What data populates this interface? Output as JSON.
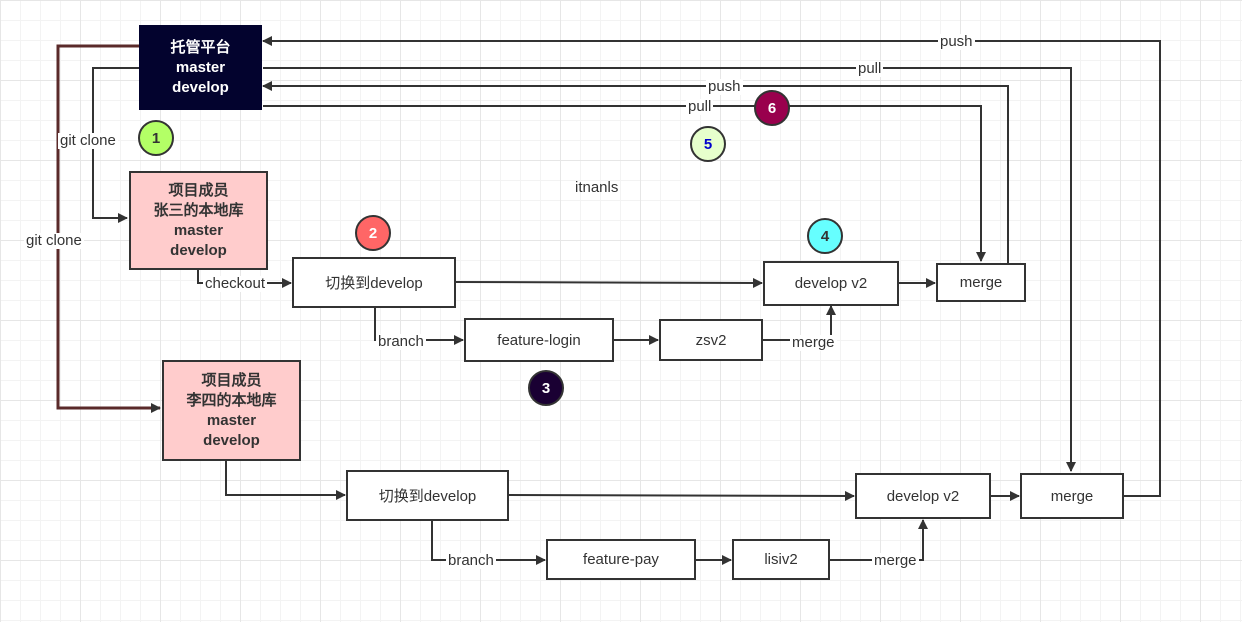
{
  "platform": {
    "title": "托管平台",
    "branch1": "master",
    "branch2": "develop"
  },
  "zhangsan": {
    "line1": "项目成员",
    "line2": "张三的本地库",
    "line3": "master",
    "line4": "develop"
  },
  "lisi": {
    "line1": "项目成员",
    "line2": "李四的本地库",
    "line3": "master",
    "line4": "develop"
  },
  "zhangsan_flow": {
    "switch": "切换到develop",
    "feature": "feature-login",
    "commit": "zsv2",
    "develop_v2": "develop v2",
    "merge": "merge"
  },
  "lisi_flow": {
    "switch": "切换到develop",
    "feature": "feature-pay",
    "commit": "lisiv2",
    "develop_v2": "develop v2",
    "merge": "merge"
  },
  "labels": {
    "git_clone_1": "git clone",
    "git_clone_2": "git clone",
    "checkout": "checkout",
    "branch_1": "branch",
    "branch_2": "branch",
    "merge_1": "merge",
    "merge_2": "merge",
    "push_outer": "push",
    "pull_outer": "pull",
    "push_inner": "push",
    "pull_inner": "pull",
    "free_text": "itnanls"
  },
  "badges": [
    {
      "number": "1",
      "color": "#b3ff66",
      "text_color": "#333333"
    },
    {
      "number": "2",
      "color": "#ff6666",
      "text_color": "#ffffff"
    },
    {
      "number": "3",
      "color": "#1a0033",
      "text_color": "#ffffff"
    },
    {
      "number": "4",
      "color": "#66ffff",
      "text_color": "#333333"
    },
    {
      "number": "5",
      "color": "#e6ffcc",
      "text_color": "#0000cc"
    },
    {
      "number": "6",
      "color": "#99004d",
      "text_color": "#ffffff"
    }
  ]
}
